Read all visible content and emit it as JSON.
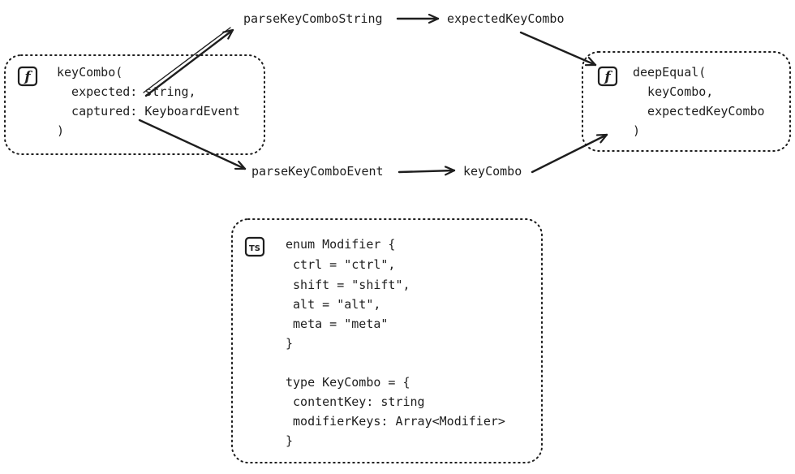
{
  "colors": {
    "ink": "#1e1e1e",
    "background": "#ffffff"
  },
  "nodes": {
    "keycombo_fn": {
      "icon": "function-icon",
      "lines": [
        "keyCombo(",
        "  expected: string,",
        "  captured: KeyboardEvent",
        ")"
      ]
    },
    "parse_string": {
      "label": "parseKeyComboString"
    },
    "expected_keycombo": {
      "label": "expectedKeyCombo"
    },
    "parse_event": {
      "label": "parseKeyComboEvent"
    },
    "keycombo_result": {
      "label": "keyCombo"
    },
    "deep_equal_fn": {
      "icon": "function-icon",
      "lines": [
        "deepEqual(",
        "  keyCombo,",
        "  expectedKeyCombo",
        ")"
      ]
    },
    "types_block": {
      "icon": "typescript-icon",
      "icon_text": "TS",
      "lines": [
        "enum Modifier {",
        " ctrl = \"ctrl\",",
        " shift = \"shift\",",
        " alt = \"alt\",",
        " meta = \"meta\"",
        "}",
        "",
        "type KeyCombo = {",
        " contentKey: string",
        " modifierKeys: Array<Modifier>",
        "}"
      ]
    }
  }
}
